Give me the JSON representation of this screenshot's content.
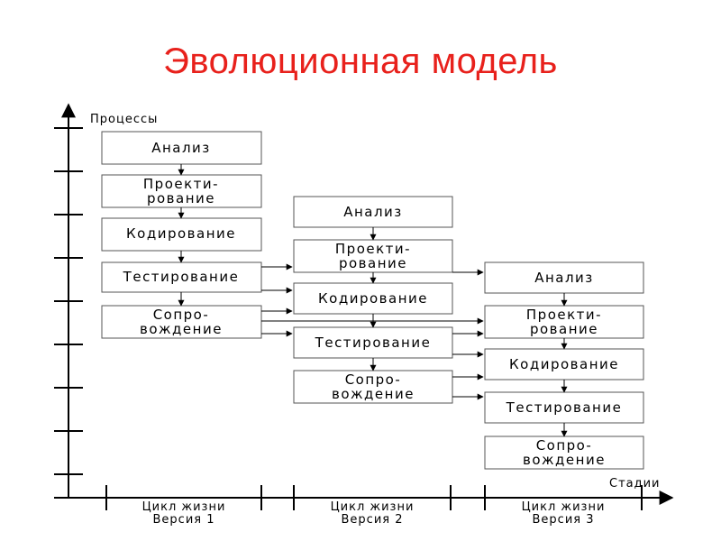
{
  "title": "Эволюционная модель",
  "axis": {
    "y_label": "Процессы",
    "x_label": "Стадии"
  },
  "versions": [
    {
      "line1": "Цикл жизни",
      "line2": "Версия 1"
    },
    {
      "line1": "Цикл жизни",
      "line2": "Версия 2"
    },
    {
      "line1": "Цикл жизни",
      "line2": "Версия 3"
    }
  ],
  "steps": [
    {
      "line1": "Анализ",
      "line2": ""
    },
    {
      "line1": "Проекти-",
      "line2": "рование"
    },
    {
      "line1": "Кодирование",
      "line2": ""
    },
    {
      "line1": "Тестирование",
      "line2": ""
    },
    {
      "line1": "Сопро-",
      "line2": "вождение"
    }
  ],
  "colors": {
    "title": "#e8211c",
    "box_border": "#555555",
    "lines": "#000000"
  }
}
